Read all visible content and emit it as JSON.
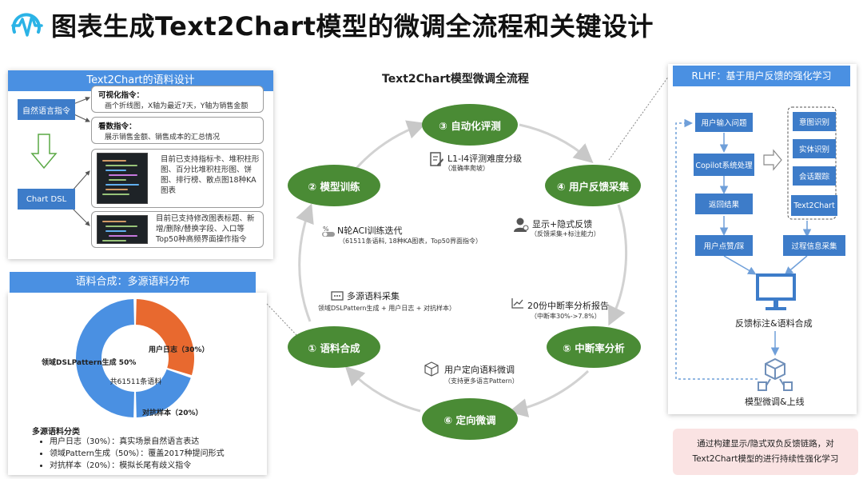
{
  "header": {
    "title": "图表生成Text2Chart模型的微调全流程和关键设计"
  },
  "colors": {
    "accent_blue": "#4a90e2",
    "node_blue": "#3d7cc9",
    "node_green": "#4a8b35",
    "donut_orange": "#e8692f",
    "donut_blue": "#4a90e2",
    "note_pink": "#fae3e3"
  },
  "left_top": {
    "header": "Text2Chart的语料设计",
    "nl_instruction": "自然语言指令",
    "chart_dsl": "Chart  DSL",
    "box1_title": "可视化指令：",
    "box1_text": "画个折线图，X轴为最近7天，Y轴为销售金额",
    "box2_title": "看数指令：",
    "box2_text": "展示销售金额、销售成本的汇总情况",
    "box3_text": "目前已支持指标卡、堆积柱形图、百分比堆积柱形图、饼图、排行榜、散点图18种KA图表",
    "box4_text": "目前已支持修改图表标题、新增/删除/替换字段、入口等Top50种高频界面操作指令"
  },
  "left_bottom": {
    "header": "语料合成：多源语料分布",
    "center_label": "共61511条语料",
    "list_title": "多源语料分类",
    "list": [
      "用户日志（30%）：真实场景自然语言表达",
      "领域Pattern生成（50%）：覆盖2017种提问形式",
      "对抗样本（20%）：模拟长尾有歧义指令"
    ]
  },
  "chart_data": {
    "type": "pie",
    "title": "",
    "total_label": "共61511条语料",
    "categories": [
      "用户日志（30%）",
      "对抗样本（20%）",
      "领域DSLPattern生成 50%"
    ],
    "values": [
      30,
      20,
      50
    ],
    "colors": [
      "#e8692f",
      "#4a90e2",
      "#4a90e2"
    ]
  },
  "center": {
    "title": "Text2Chart模型微调全流程",
    "nodes": {
      "n1": "① 语料合成",
      "n2": "② 模型训练",
      "n3": "③ 自动化评测",
      "n4": "④ 用户反馈采集",
      "n5": "⑤ 中断率分析",
      "n6": "⑥ 定向微调"
    },
    "labels": {
      "eval_main": "L1-l4评测难度分级",
      "eval_sub": "（准确率爬坡）",
      "train_main": "N轮ACI训练迭代",
      "train_sub": "（61511条语料, 18种KA图表，Top50界面指令）",
      "corpus_main": "多源语料采集",
      "corpus_sub": "领域DSLPattern生成 + 用户日志 + 对抗样本）",
      "feedback_main": "显示+隐式反馈",
      "feedback_sub": "（反馈采集+标注能力）",
      "report_main": "20份中断率分析报告",
      "report_sub": "（中断率30%->7.8%）",
      "finetune_main": "用户定向语料微调",
      "finetune_sub": "（支持更多语言Pattern）"
    }
  },
  "right": {
    "header": "RLHF：基于用户反馈的强化学习",
    "user_input": "用户输入问题",
    "copilot": "Copilot系统处理",
    "result": "返回结果",
    "like": "用户点赞/踩",
    "intent": "意图识别",
    "entity": "实体识别",
    "session": "会话跟踪",
    "t2c": "Text2Chart",
    "process_collect": "过程信息采集",
    "feedback_label": "反馈标注&语料合成",
    "deploy_label": "模型微调&上线"
  },
  "note": {
    "text": "通过构建显示/隐式双负反馈链路，对Text2Chart模型的进行持续性强化学习"
  }
}
